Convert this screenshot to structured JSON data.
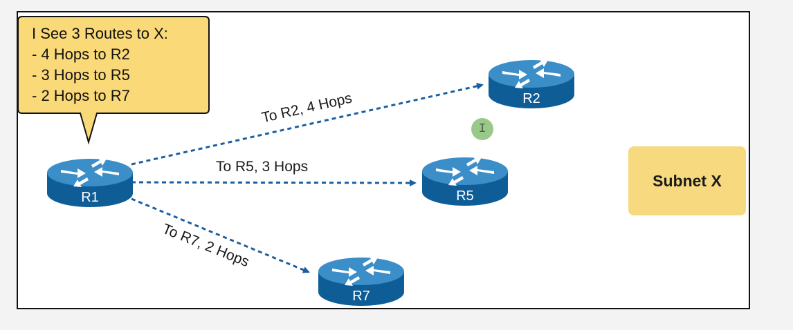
{
  "callout": {
    "lines": [
      "I See 3 Routes to X:",
      "- 4 Hops to R2",
      "- 3 Hops to R5",
      "- 2 Hops to R7"
    ]
  },
  "routers": {
    "r1": "R1",
    "r2": "R2",
    "r5": "R5",
    "r7": "R7"
  },
  "routes": {
    "to_r2": "To R2, 4 Hops",
    "to_r5": "To R5, 3 Hops",
    "to_r7": "To R7, 2 Hops"
  },
  "subnet": {
    "label": "Subnet X"
  },
  "cursor": {
    "glyph": "I"
  },
  "colors": {
    "router_top": "#3b8ec8",
    "router_side": "#0f5d97",
    "route_line": "#1b5fa0",
    "callout_fill": "#fad978",
    "subnet_fill": "#f7da80"
  }
}
